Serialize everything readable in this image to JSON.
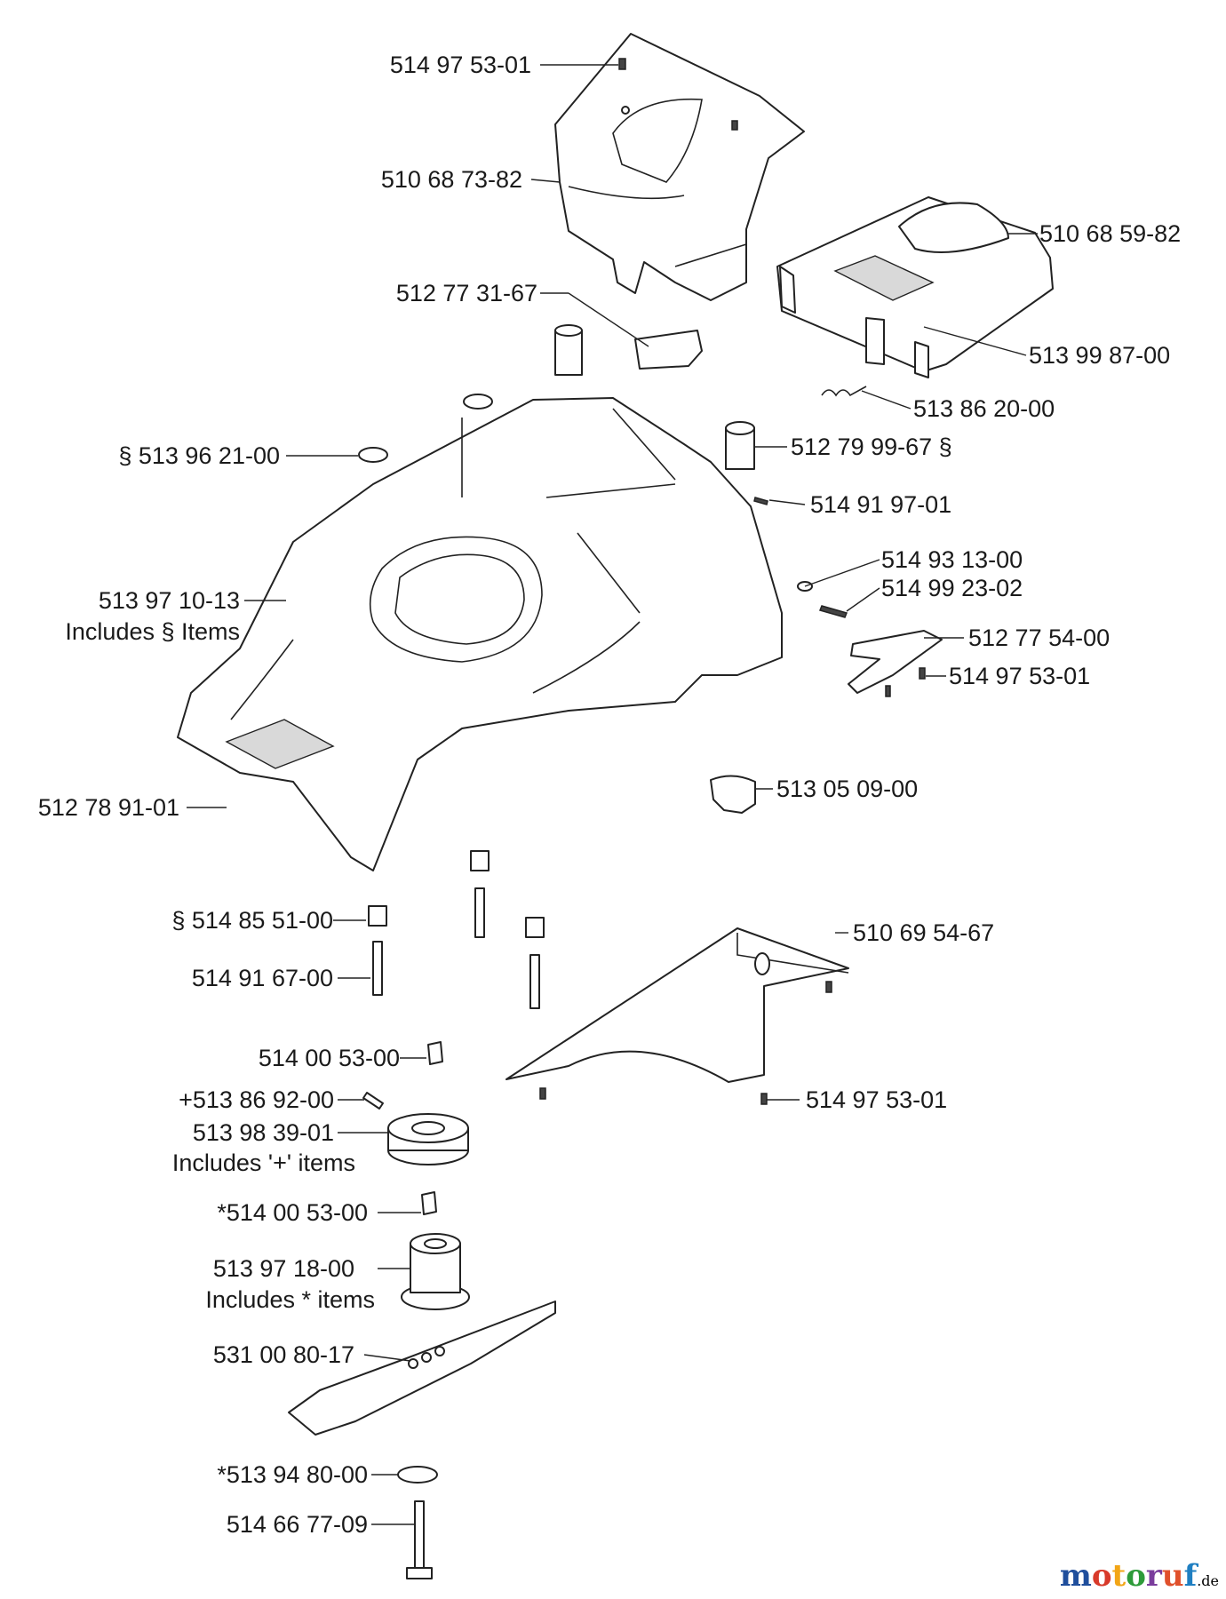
{
  "labels": {
    "l01": "514 97 53-01",
    "l02": "510 68 73-82",
    "l03": "510 68 59-82",
    "l04": "512 77 31-67",
    "l05": "513 99 87-00",
    "l06": "513 86 20-00",
    "l07": "§ 513 96 21-00",
    "l08": "512 79 99-67 §",
    "l09": "514 91 97-01",
    "l10": "514 93 13-00",
    "l11": "514 99 23-02",
    "l12a": "513 97 10-13",
    "l12b": "Includes § Items",
    "l13": "512 77 54-00",
    "l14": "514 97 53-01",
    "l15": "513 05 09-00",
    "l16": "512 78 91-01",
    "l17": "§ 514 85 51-00",
    "l18": "510 69 54-67",
    "l19": "514 91 67-00",
    "l20": "514 00 53-00",
    "l21": "+513 86 92-00",
    "l22": "514 97 53-01",
    "l23a": "513 98 39-01",
    "l23b": "Includes '+' items",
    "l24": "*514 00 53-00",
    "l25a": "513 97 18-00",
    "l25b": "Includes  *  items",
    "l26": "531 00 80-17",
    "l27": "*513 94 80-00",
    "l28": "514 66 77-09"
  },
  "watermark": {
    "letters": [
      "m",
      "o",
      "t",
      "o",
      "r",
      "u",
      "f"
    ],
    "suffix": ".de",
    "colors": [
      "#1f4e9c",
      "#d83a2a",
      "#f2a516",
      "#2e9b3a",
      "#7a3d9c",
      "#e0502b",
      "#1f7fc2"
    ]
  }
}
